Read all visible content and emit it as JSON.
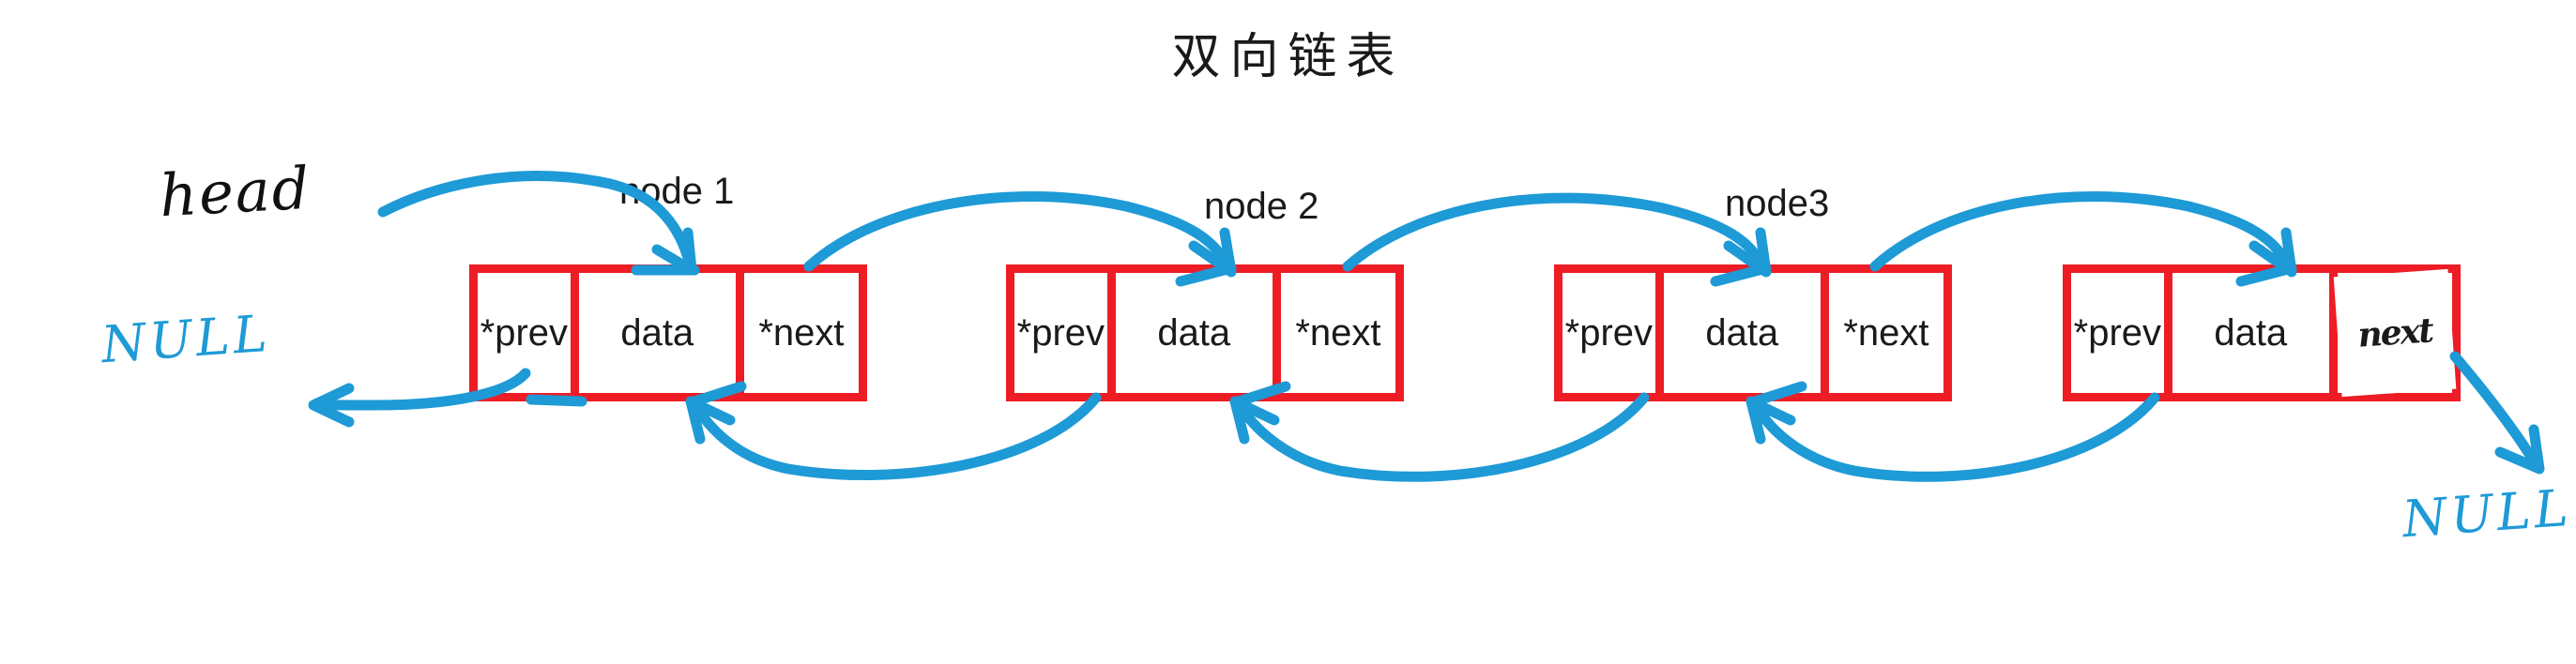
{
  "title": "双向链表",
  "diagram": {
    "type": "doubly-linked-list",
    "node_labels": [
      "node 1",
      "node 2",
      "node3"
    ],
    "cells": {
      "prev": "*prev",
      "data": "data",
      "next": "*next",
      "next_handwritten": "next"
    },
    "nodes": [
      {
        "label": "node 1",
        "prev": "*prev",
        "data": "data",
        "next": "*next"
      },
      {
        "label": "node 2",
        "prev": "*prev",
        "data": "data",
        "next": "*next"
      },
      {
        "label": "node3",
        "prev": "*prev",
        "data": "data",
        "next": "*next"
      },
      {
        "label": "",
        "prev": "*prev",
        "data": "data",
        "next": "next"
      }
    ],
    "annotations": {
      "head": "head",
      "null_left": "NULL",
      "null_right": "NULL"
    },
    "colors": {
      "box_border": "#ee1c25",
      "arrow": "#1e9ad6",
      "text": "#1a1a1a",
      "background": "#ffffff"
    }
  }
}
